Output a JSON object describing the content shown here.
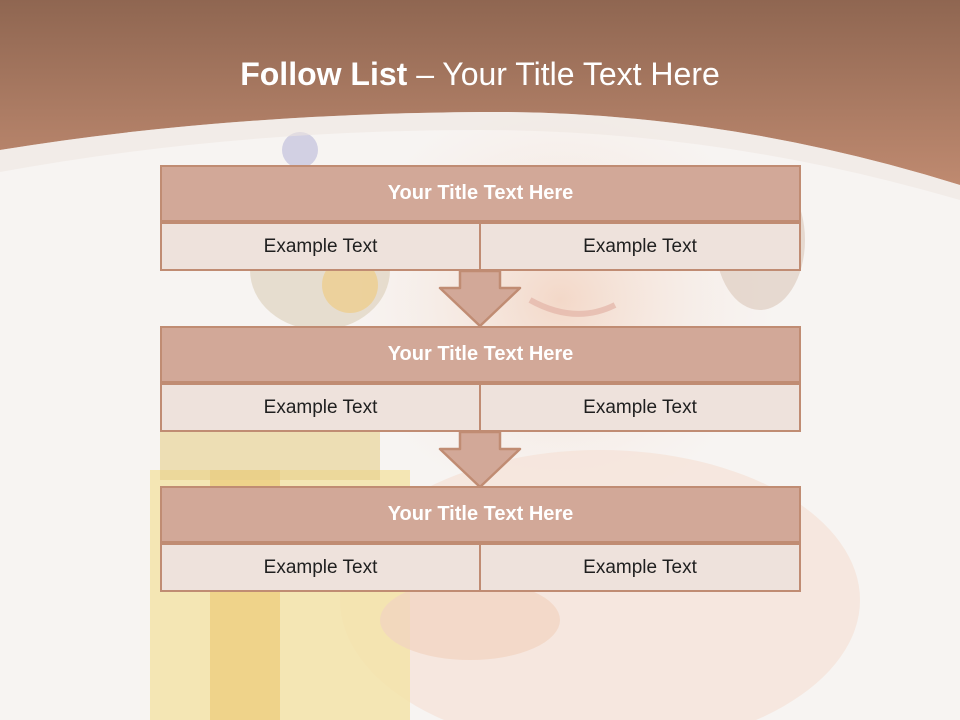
{
  "slide": {
    "title_bold": "Follow List",
    "title_rest": " – Your Title Text Here"
  },
  "blocks": [
    {
      "title": "Your Title Text Here",
      "left": "Example Text",
      "right": "Example Text"
    },
    {
      "title": "Your Title Text Here",
      "left": "Example Text",
      "right": "Example Text"
    },
    {
      "title": "Your Title Text Here",
      "left": "Example Text",
      "right": "Example Text"
    }
  ],
  "colors": {
    "header": "#a9735a",
    "block_head": "#d2a898",
    "block_cell": "#eee2dc",
    "border": "#c08c73",
    "background": "#f7f4f2"
  }
}
